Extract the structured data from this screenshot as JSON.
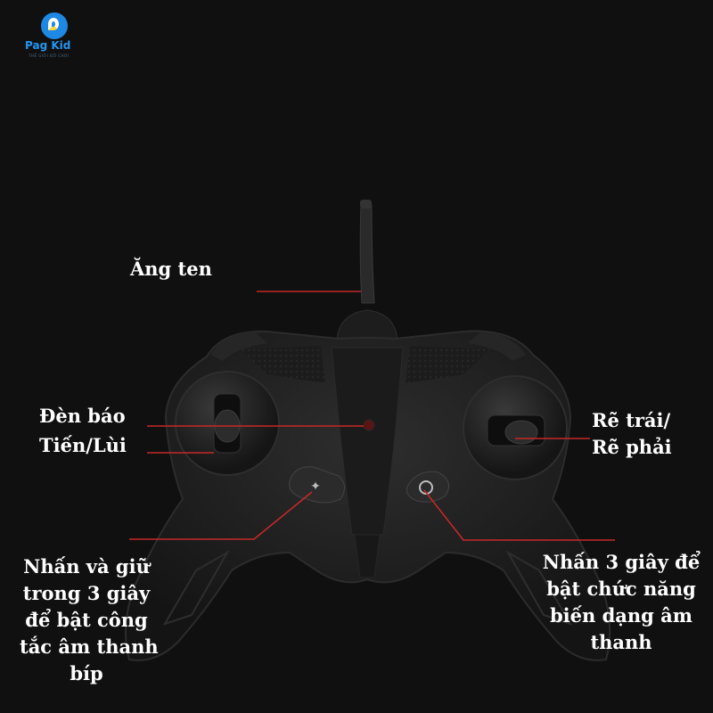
{
  "brand": {
    "name": "Pag Kid",
    "tagline": "THẾ GIỚI ĐỒ CHƠI",
    "accent": "#1e88e5"
  },
  "labels": {
    "antenna": "Ăng ten",
    "indicator": "Đèn báo",
    "forward_back": "Tiến/Lùi",
    "turn_left": "Rẽ trái/",
    "turn_right": "Rẽ phải",
    "beep_lines": [
      "Nhấn và giữ",
      "trong 3 giây",
      "để bật công",
      "tắc âm thanh",
      "bíp"
    ],
    "transform_lines": [
      "Nhấn 3 giây để",
      "bật chức năng",
      "biến dạng âm",
      "thanh"
    ]
  },
  "colors": {
    "background": "#101010",
    "pointer_line": "#c62828",
    "label_text": "#ffffff"
  }
}
